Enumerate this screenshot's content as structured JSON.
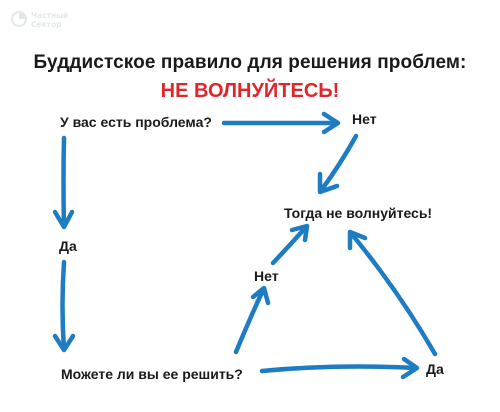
{
  "logo": {
    "line1": "Частный",
    "line2": "Сектор"
  },
  "title": "Буддистское правило для решения проблем:",
  "subtitle": "НЕ ВОЛНУЙТЕСЬ!",
  "nodes": {
    "problem": "У вас есть проблема?",
    "no_top": "Нет",
    "dont_worry": "Тогда не волнуйтесь!",
    "yes_left": "Да",
    "no_mid": "Нет",
    "can_solve": "Можете ли вы ее решить?",
    "yes_right": "Да"
  },
  "colors": {
    "arrow": "#1e7cc3",
    "accent": "#e0262b"
  }
}
